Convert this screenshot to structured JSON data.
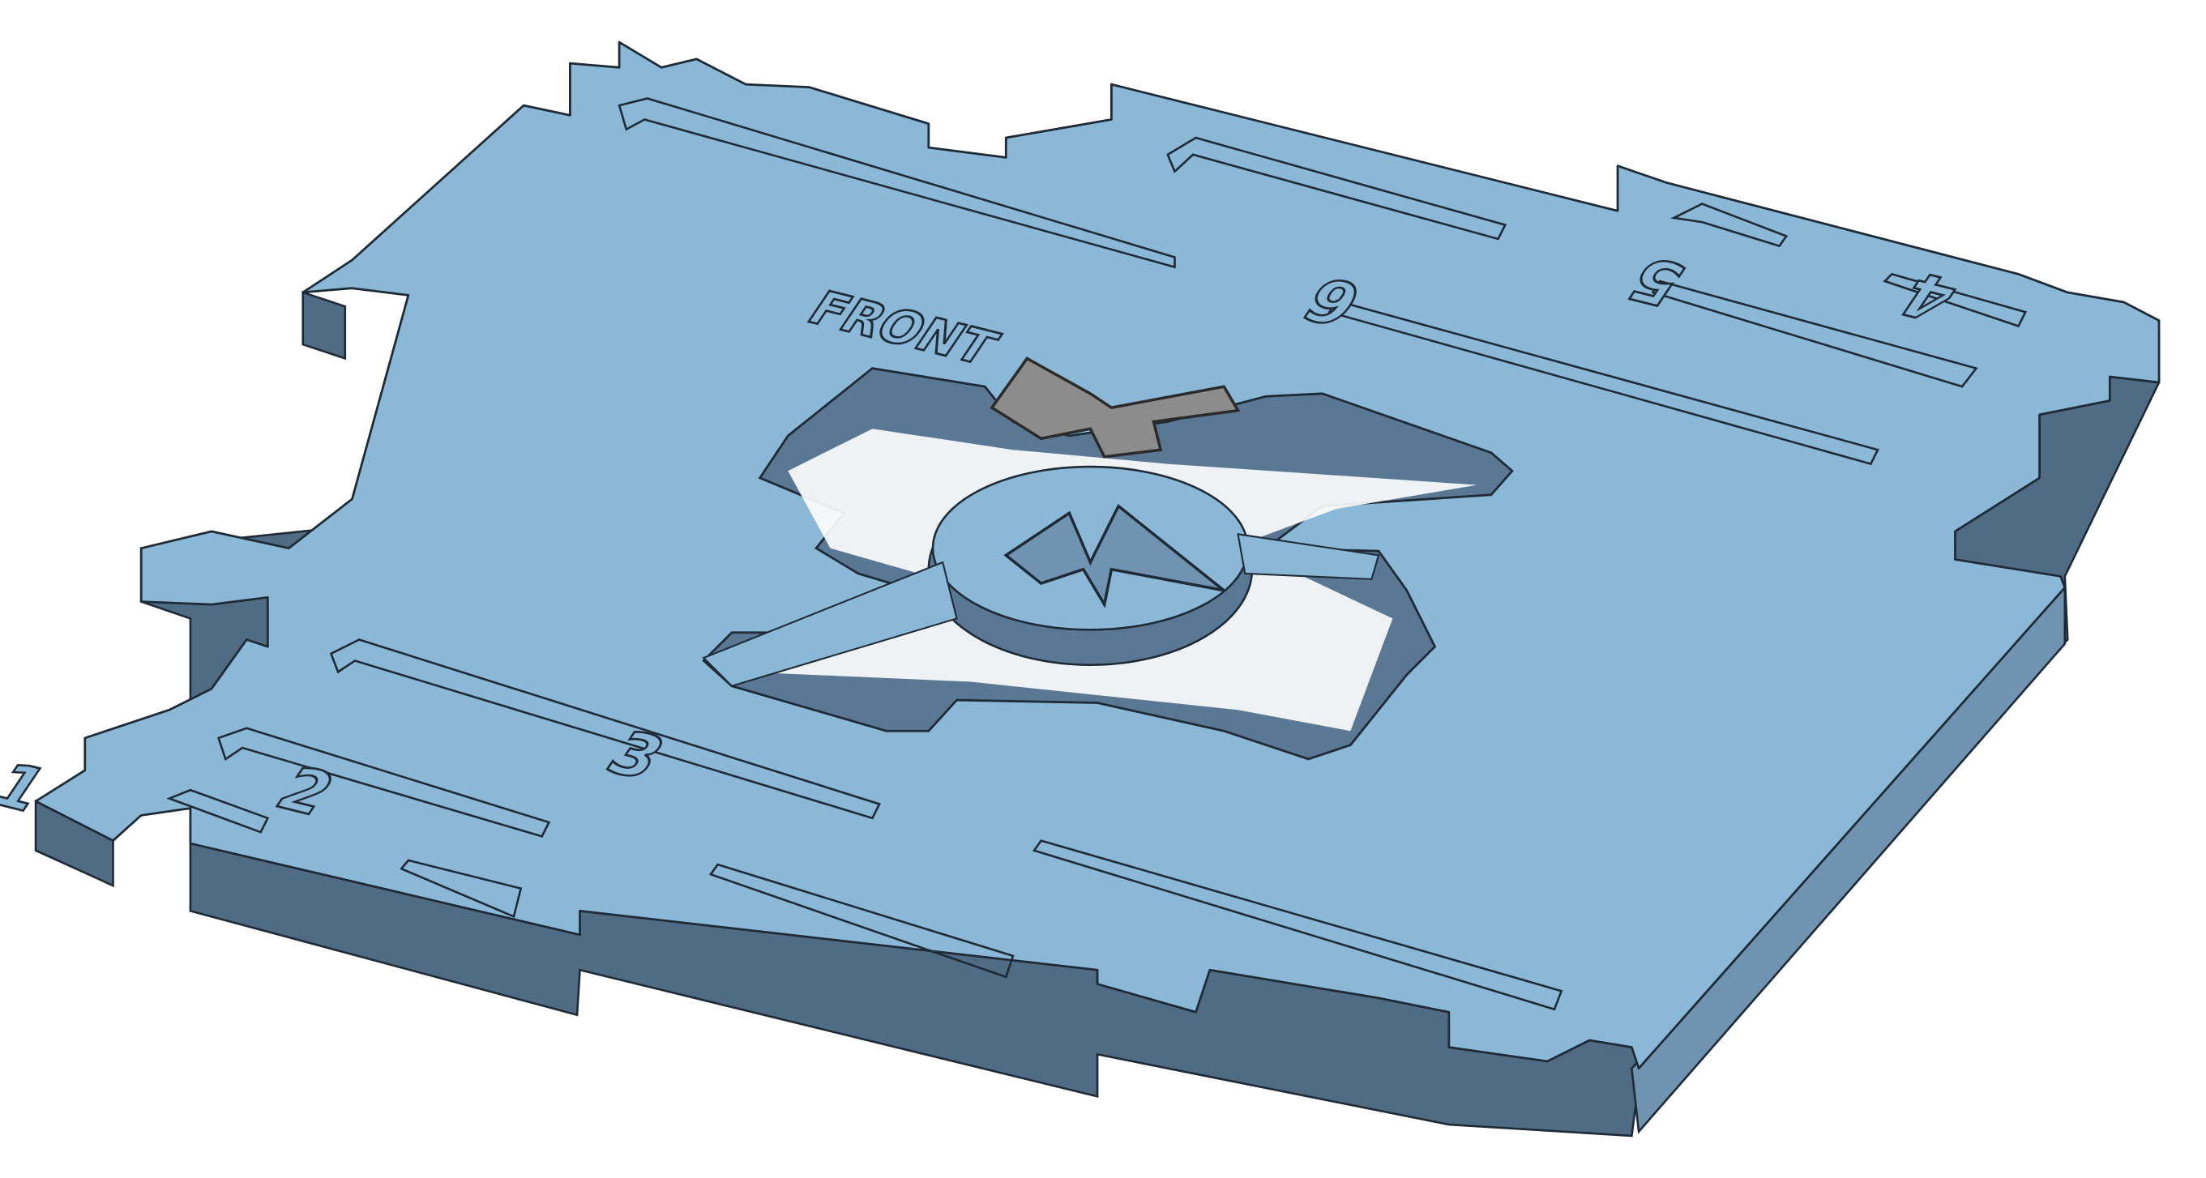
{
  "model": {
    "colors": {
      "top_face": "#8ab8d6",
      "side_face": "#4f6c84",
      "side_face_light": "#6f93b0",
      "edge": "#1e2a36",
      "cutout_inner": "#5a7893",
      "badge": "#8c8c8c",
      "background": "#ffffff"
    },
    "engraving": {
      "front_label": "FRONT",
      "slot_numbers": [
        "1",
        "2",
        "3",
        "4",
        "5",
        "6"
      ]
    }
  }
}
